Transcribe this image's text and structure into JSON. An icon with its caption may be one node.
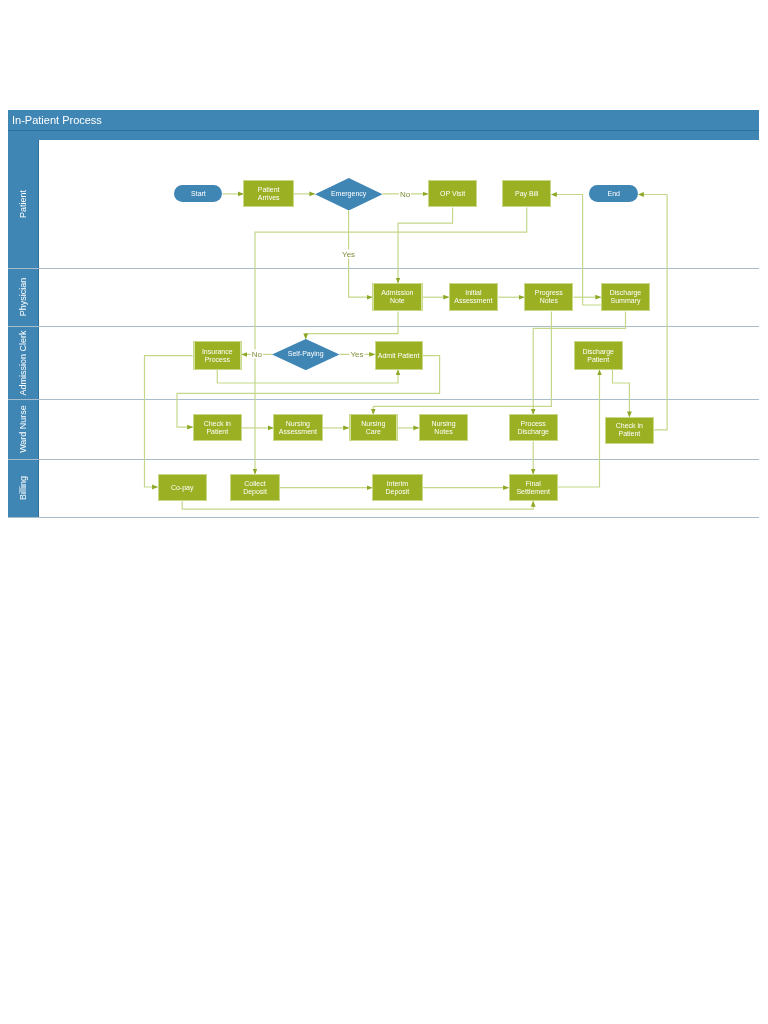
{
  "diagram": {
    "title": "In-Patient Process",
    "nodes": [
      {
        "text": [
          "Patient"
        ]
      },
      {
        "text": [
          "Physician"
        ]
      },
      {
        "text": [
          "Admission Clerk"
        ]
      },
      {
        "text": [
          "Ward Nurse"
        ]
      },
      {
        "text": [
          "Billing"
        ]
      },
      {
        "text": [
          "Start"
        ],
        "in": 0
      },
      {
        "text": [
          "Patient Arrives"
        ],
        "in": 0
      },
      {
        "text": [
          "Emergency"
        ],
        "in": 0
      },
      {
        "text": [
          "OP Visit"
        ],
        "in": 0
      },
      {
        "text": [
          "Pay Bill"
        ],
        "in": 0
      },
      {
        "text": [
          "End"
        ],
        "in": 0
      },
      {
        "text": [
          "Admission Note"
        ],
        "in": 1
      },
      {
        "text": [
          "Initial Assessment"
        ],
        "in": 1
      },
      {
        "text": [
          "Progress Notes"
        ],
        "in": 1
      },
      {
        "text": [
          "Discharge Summary"
        ],
        "in": 1
      },
      {
        "text": [
          "Insurance Process"
        ],
        "in": 2
      },
      {
        "text": [
          "Self-Paying"
        ],
        "in": 2
      },
      {
        "text": [
          "Admit Patient"
        ],
        "in": 2
      },
      {
        "text": [
          "Discharge Patient"
        ],
        "in": 2
      },
      {
        "text": [
          "Check in Patient"
        ],
        "in": 3
      },
      {
        "text": [
          "Nursing Assessment"
        ],
        "in": 3
      },
      {
        "text": [
          "Nursing Care"
        ],
        "in": 3
      },
      {
        "text": [
          "Nursing Notes"
        ],
        "in": 3
      },
      {
        "text": [
          "Process Discharge"
        ],
        "in": 3
      },
      {
        "text": [
          "Check in Patient"
        ],
        "in": 3
      },
      {
        "text": [
          "Co-pay"
        ],
        "in": 4
      },
      {
        "text": [
          "Collect Deposit"
        ],
        "in": 4
      },
      {
        "text": [
          "Interim Deposit"
        ],
        "in": 4
      },
      {
        "text": [
          "Final Settlement"
        ],
        "in": 4
      }
    ],
    "edges": [
      {
        "from": 5,
        "to": 6,
        "arrow": "to"
      },
      {
        "from": 6,
        "to": 7,
        "arrow": "to"
      },
      {
        "from": 7,
        "to": 8,
        "arrow": "to",
        "label": "No"
      },
      {
        "from": 7,
        "to": 11,
        "arrow": "to",
        "label": "Yes"
      },
      {
        "from": 8,
        "to": 11,
        "arrow": "to"
      },
      {
        "from": 9,
        "to": 26,
        "arrow": "to"
      },
      {
        "from": 11,
        "to": 12,
        "arrow": "to"
      },
      {
        "from": 12,
        "to": 13,
        "arrow": "to"
      },
      {
        "from": 13,
        "to": 14,
        "arrow": "to"
      },
      {
        "from": 11,
        "to": 16,
        "arrow": "to"
      },
      {
        "from": 16,
        "to": 15,
        "arrow": "to",
        "label": "No"
      },
      {
        "from": 16,
        "to": 17,
        "arrow": "to",
        "label": "Yes"
      },
      {
        "from": 15,
        "to": 25,
        "arrow": "to"
      },
      {
        "from": 15,
        "to": 17,
        "arrow": "to"
      },
      {
        "from": 17,
        "to": 19,
        "arrow": "to"
      },
      {
        "from": 19,
        "to": 20,
        "arrow": "to"
      },
      {
        "from": 20,
        "to": 21,
        "arrow": "to"
      },
      {
        "from": 21,
        "to": 22,
        "arrow": "to"
      },
      {
        "from": 13,
        "to": 21,
        "arrow": "to"
      },
      {
        "from": 14,
        "to": 23,
        "arrow": "to"
      },
      {
        "from": 14,
        "to": 9,
        "arrow": "to"
      },
      {
        "from": 23,
        "to": 28,
        "arrow": "to"
      },
      {
        "from": 26,
        "to": 27,
        "arrow": "to"
      },
      {
        "from": 27,
        "to": 28,
        "arrow": "to"
      },
      {
        "from": 25,
        "to": 28,
        "arrow": "to"
      },
      {
        "from": 28,
        "to": 18,
        "arrow": "to"
      },
      {
        "from": 18,
        "to": 24,
        "arrow": "to"
      },
      {
        "from": 24,
        "to": 10,
        "arrow": "to"
      }
    ]
  }
}
